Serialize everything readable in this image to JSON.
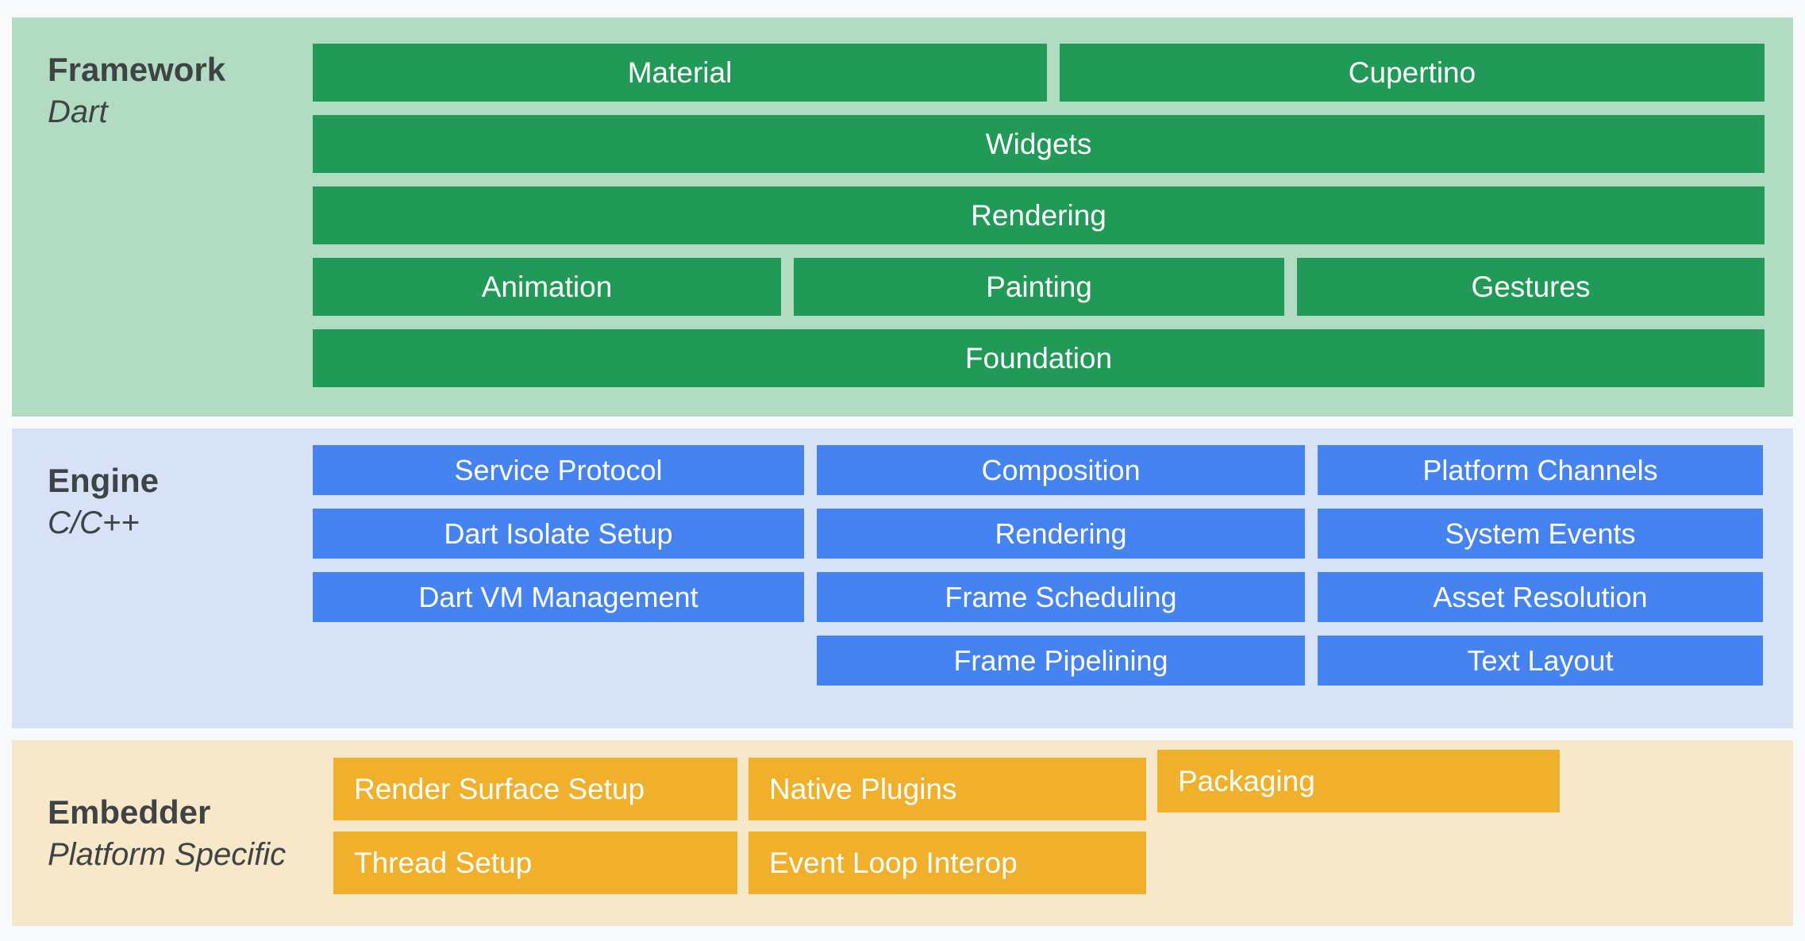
{
  "colors": {
    "page_bg": "#f8f9fa",
    "framework_bg": "#b1dcc2",
    "framework_bar": "#219a58",
    "engine_bg": "#d8e2f6",
    "engine_bar": "#4584f0",
    "embedder_bg": "#f6e8c8",
    "embedder_bar": "#f1b02c",
    "bar_text": "#ffffff",
    "label_text": "#3f4346"
  },
  "framework": {
    "label": "Framework",
    "sublabel": "Dart",
    "bars": {
      "material": "Material",
      "cupertino": "Cupertino",
      "widgets": "Widgets",
      "rendering": "Rendering",
      "animation": "Animation",
      "painting": "Painting",
      "gestures": "Gestures",
      "foundation": "Foundation"
    }
  },
  "engine": {
    "label": "Engine",
    "sublabel": "C/C++",
    "bars": {
      "service_protocol": "Service Protocol",
      "dart_isolate_setup": "Dart Isolate Setup",
      "dart_vm_management": "Dart VM Management",
      "composition": "Composition",
      "rendering": "Rendering",
      "frame_scheduling": "Frame Scheduling",
      "frame_pipelining": "Frame Pipelining",
      "platform_channels": "Platform Channels",
      "system_events": "System Events",
      "asset_resolution": "Asset Resolution",
      "text_layout": "Text Layout"
    }
  },
  "embedder": {
    "label": "Embedder",
    "sublabel": "Platform Specific",
    "bars": {
      "render_surface_setup": "Render Surface Setup",
      "native_plugins": "Native Plugins",
      "packaging": "Packaging",
      "thread_setup": "Thread Setup",
      "event_loop_interop": "Event Loop Interop"
    }
  }
}
